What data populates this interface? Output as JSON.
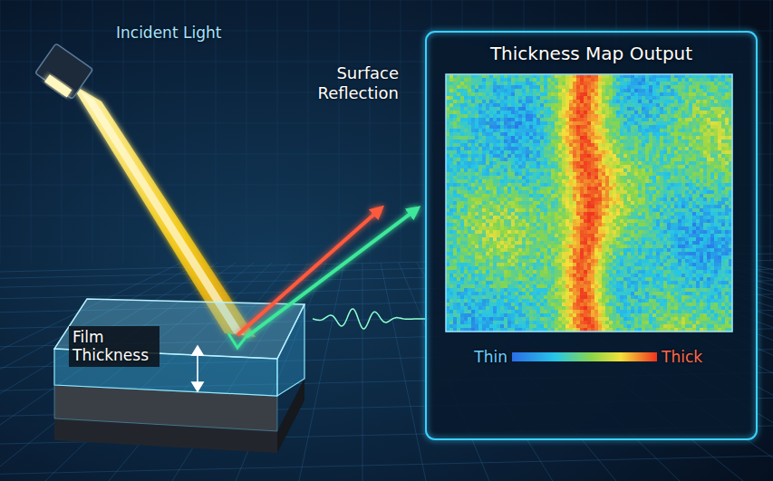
{
  "diagram": {
    "nodes": [
      {
        "text": [
          "Thickness Map Output"
        ]
      }
    ],
    "labels": [
      "Incident Light",
      "Surface Reflection",
      "Film Thickness",
      "Thin",
      "Thick"
    ]
  }
}
